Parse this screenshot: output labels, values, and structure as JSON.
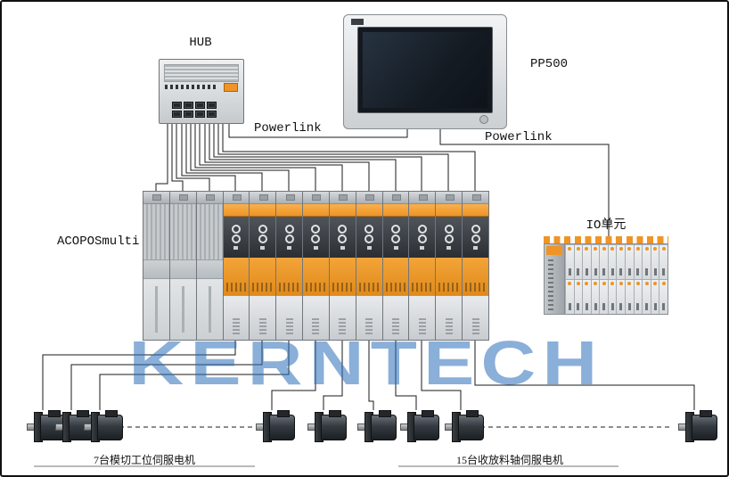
{
  "labels": {
    "hub": "HUB",
    "pp500": "PP500",
    "powerlink_hub": "Powerlink",
    "powerlink_io": "Powerlink",
    "acopos": "ACOPOSmulti",
    "io_unit": "IO单元",
    "motors_left": "7台模切工位伺服电机",
    "motors_right": "15台收放料轴伺服电机"
  },
  "watermark": "KERNTECH",
  "colors": {
    "accent_orange": "#EF9426",
    "module_dark": "#34383D",
    "watermark_blue": "#2A6EB9",
    "line_black": "#1A1A1A"
  },
  "hub": {
    "port_count": 8
  },
  "acopos": {
    "modules": [
      "supply",
      "supply",
      "supply",
      "drive",
      "drive",
      "drive",
      "drive",
      "drive",
      "drive",
      "drive",
      "drive",
      "drive",
      "drive"
    ]
  },
  "io": {
    "rows": 2,
    "cols": 12
  },
  "motors": {
    "positions_x": [
      28,
      60,
      92,
      285,
      343,
      399,
      447,
      497,
      759
    ]
  }
}
